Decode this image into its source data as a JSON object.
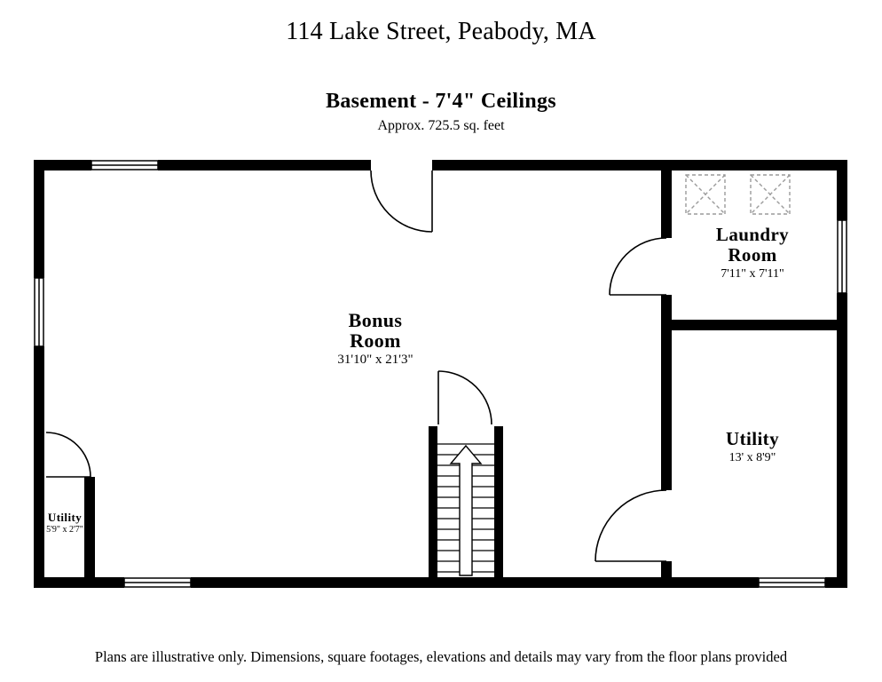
{
  "header": {
    "address": "114 Lake Street, Peabody, MA",
    "floor_name": "Basement - 7'4\" Ceilings",
    "floor_area": "Approx. 725.5 sq. feet"
  },
  "rooms": {
    "bonus": {
      "name_line1": "Bonus",
      "name_line2": "Room",
      "dimensions": "31'10\" x 21'3\""
    },
    "laundry": {
      "name_line1": "Laundry",
      "name_line2": "Room",
      "dimensions": "7'11\" x 7'11\""
    },
    "utility": {
      "name": "Utility",
      "dimensions": "13' x 8'9\""
    },
    "utility_closet": {
      "name": "Utility",
      "dimensions": "5'9\" x 2'7\""
    }
  },
  "footer": {
    "disclaimer": "Plans are illustrative only. Dimensions, square footages, elevations and details may vary from the floor plans provided"
  },
  "icons": {
    "washer": "dashed-square-with-x",
    "dryer": "dashed-square-with-x",
    "door": "quarter-circle-swing-arc",
    "window": "triple-line-window-symbol",
    "stairs": "treads-with-up-arrow"
  },
  "colors": {
    "walls": "#000000",
    "appliance_outline": "#9b9b9b",
    "background": "#ffffff",
    "text": "#000000"
  }
}
